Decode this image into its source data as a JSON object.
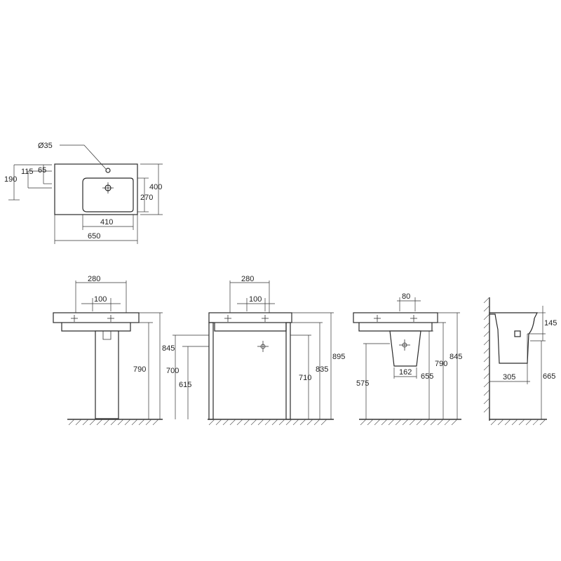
{
  "top_view": {
    "hole_diameter": "Ø35",
    "dim_190": "190",
    "dim_115": "115",
    "dim_65": "65",
    "dim_400": "400",
    "dim_270": "270",
    "dim_410": "410",
    "dim_650": "650"
  },
  "pedestal_view": {
    "dim_280": "280",
    "dim_100": "100",
    "dim_845": "845",
    "dim_790": "790"
  },
  "frame_view": {
    "dim_280": "280",
    "dim_100": "100",
    "dim_700": "700",
    "dim_615": "615",
    "dim_710": "710",
    "dim_835": "835",
    "dim_895": "895"
  },
  "semi_pedestal_view": {
    "dim_80": "80",
    "dim_162": "162",
    "dim_575": "575",
    "dim_655": "655",
    "dim_790": "790",
    "dim_845": "845"
  },
  "side_view": {
    "dim_145": "145",
    "dim_305": "305",
    "dim_665": "665"
  }
}
